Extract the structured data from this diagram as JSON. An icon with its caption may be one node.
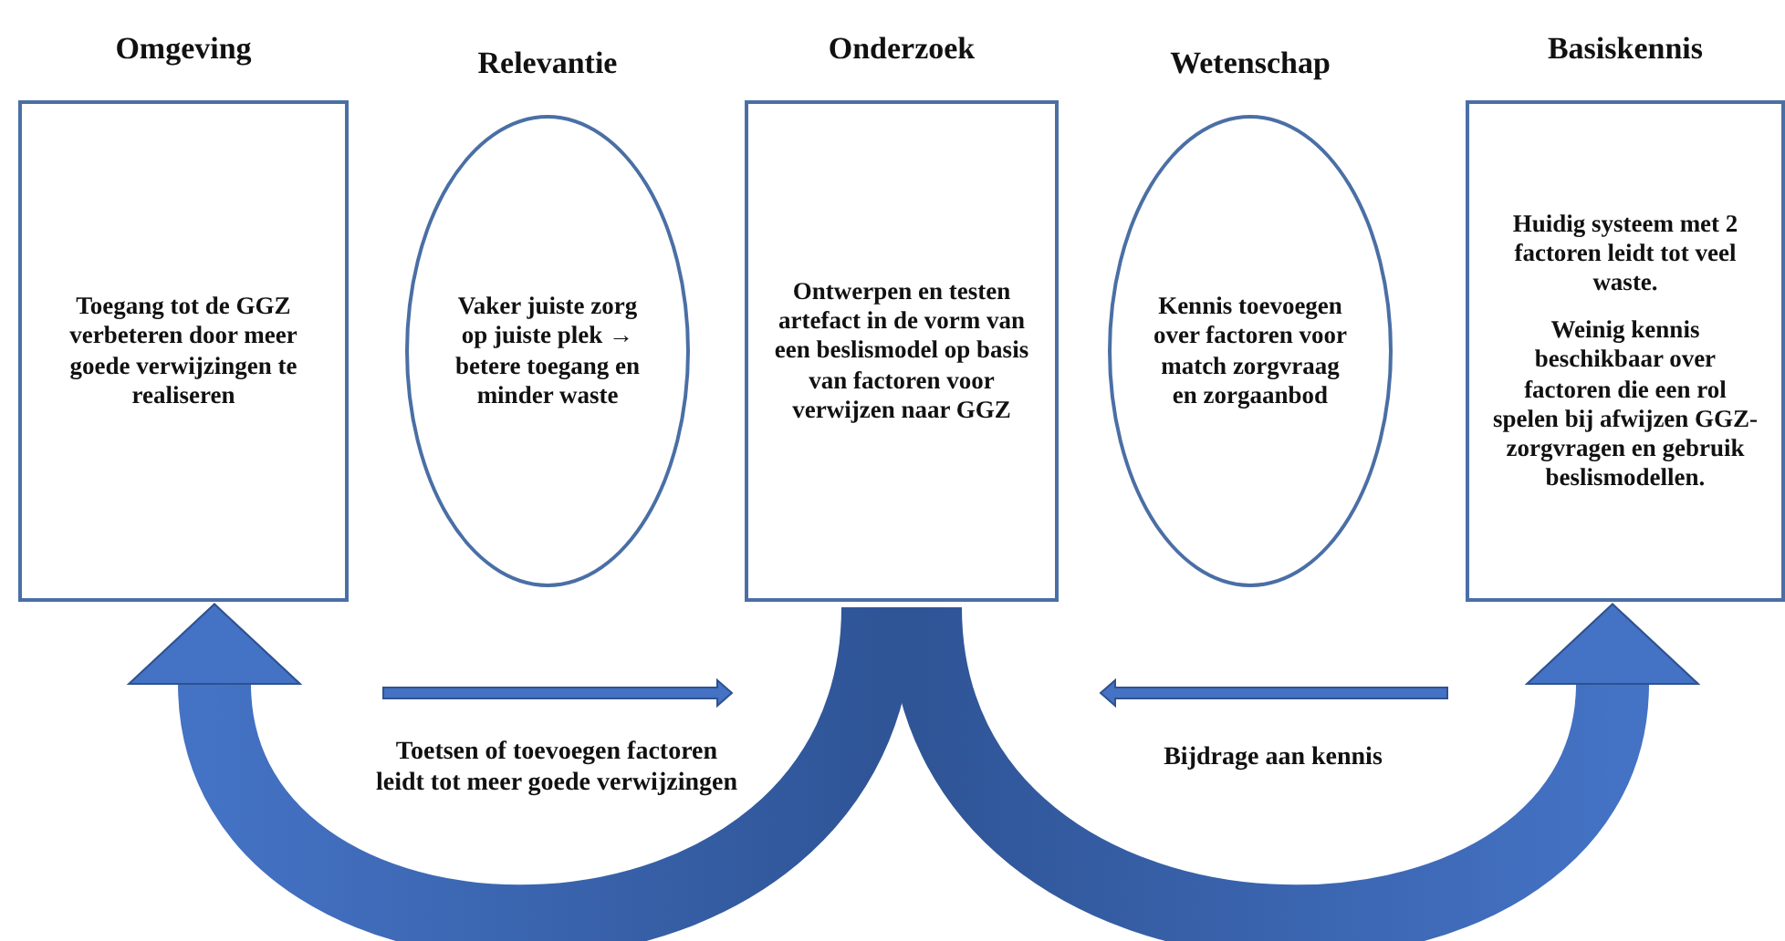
{
  "diagram": {
    "nodes": [
      {
        "text": [
          "Omgeving",
          "Toegang tot de GGZ verbeteren door meer goede verwijzingen te realiseren"
        ]
      },
      {
        "text": [
          "Relevantie",
          "Vaker juiste zorg op juiste plek → betere toegang en minder waste"
        ]
      },
      {
        "text": [
          "Onderzoek",
          "Ontwerpen en testen artefact in de vorm van een beslismodel op basis van factoren voor verwijzen naar GGZ"
        ]
      },
      {
        "text": [
          "Wetenschap",
          "Kennis toevoegen over factoren voor match zorgvraag en zorgaanbod"
        ]
      },
      {
        "text": [
          "Basiskennis",
          "Huidig systeem met 2 factoren leidt tot veel waste.",
          "Weinig kennis beschikbaar over factoren die een rol spelen bij afwijzen GGZ-zorgvragen en gebruik beslismodellen."
        ]
      }
    ],
    "edges": [
      {
        "from": 2,
        "to": 0,
        "arrow": "to",
        "style": "thick"
      },
      {
        "from": 2,
        "to": 4,
        "arrow": "to",
        "style": "thick"
      }
    ],
    "labels": [
      "Toetsen of toevoegen factoren leidt tot meer goede verwijzingen",
      "Bijdrage aan kennis"
    ]
  }
}
